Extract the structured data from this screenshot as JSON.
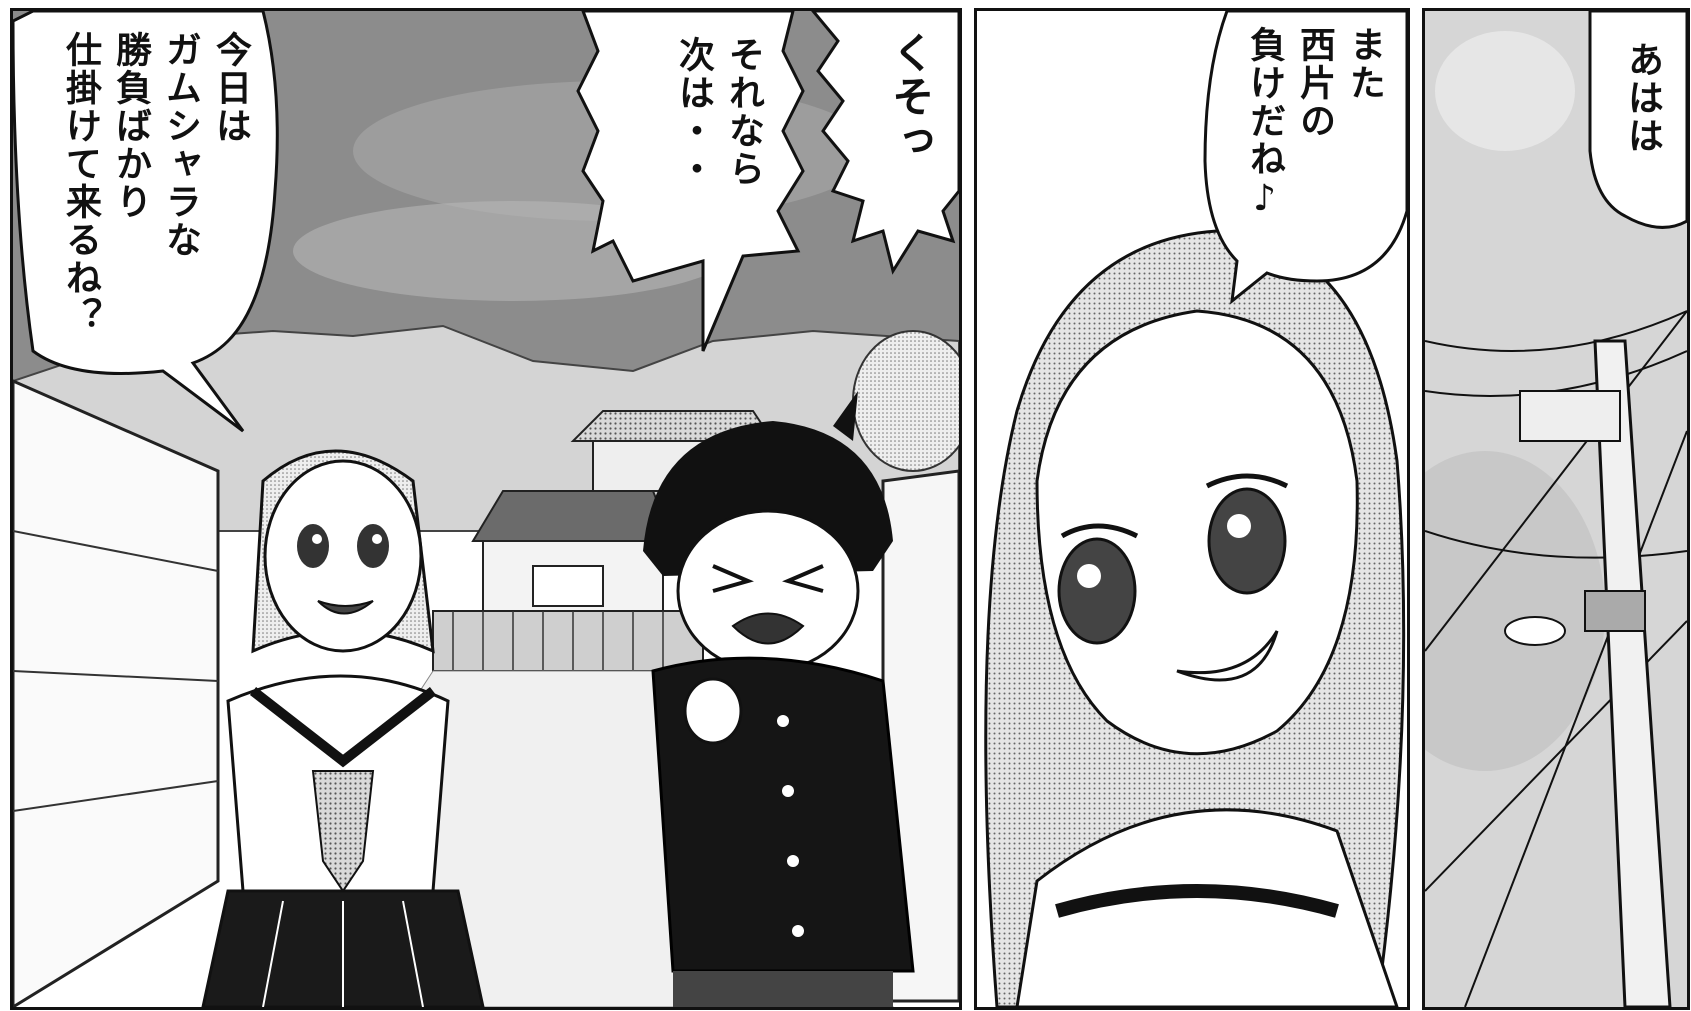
{
  "panels": [
    {
      "id": "panel-1",
      "balloons": {
        "takagi": "今日は\nガムシャラな\n勝負ばかり\n仕掛けて来るね？",
        "nishikata_a": "それなら\n次は・・",
        "nishikata_b": "くそっ"
      }
    },
    {
      "id": "panel-2",
      "balloons": {
        "takagi": "また\n西片の\n負けだね♪"
      }
    },
    {
      "id": "panel-3",
      "balloons": {
        "takagi": "あはは"
      }
    }
  ],
  "colors": {
    "ink": "#111111",
    "sky": "#8a8a8a",
    "tone": "#bdbdbd",
    "paper": "#ffffff"
  }
}
